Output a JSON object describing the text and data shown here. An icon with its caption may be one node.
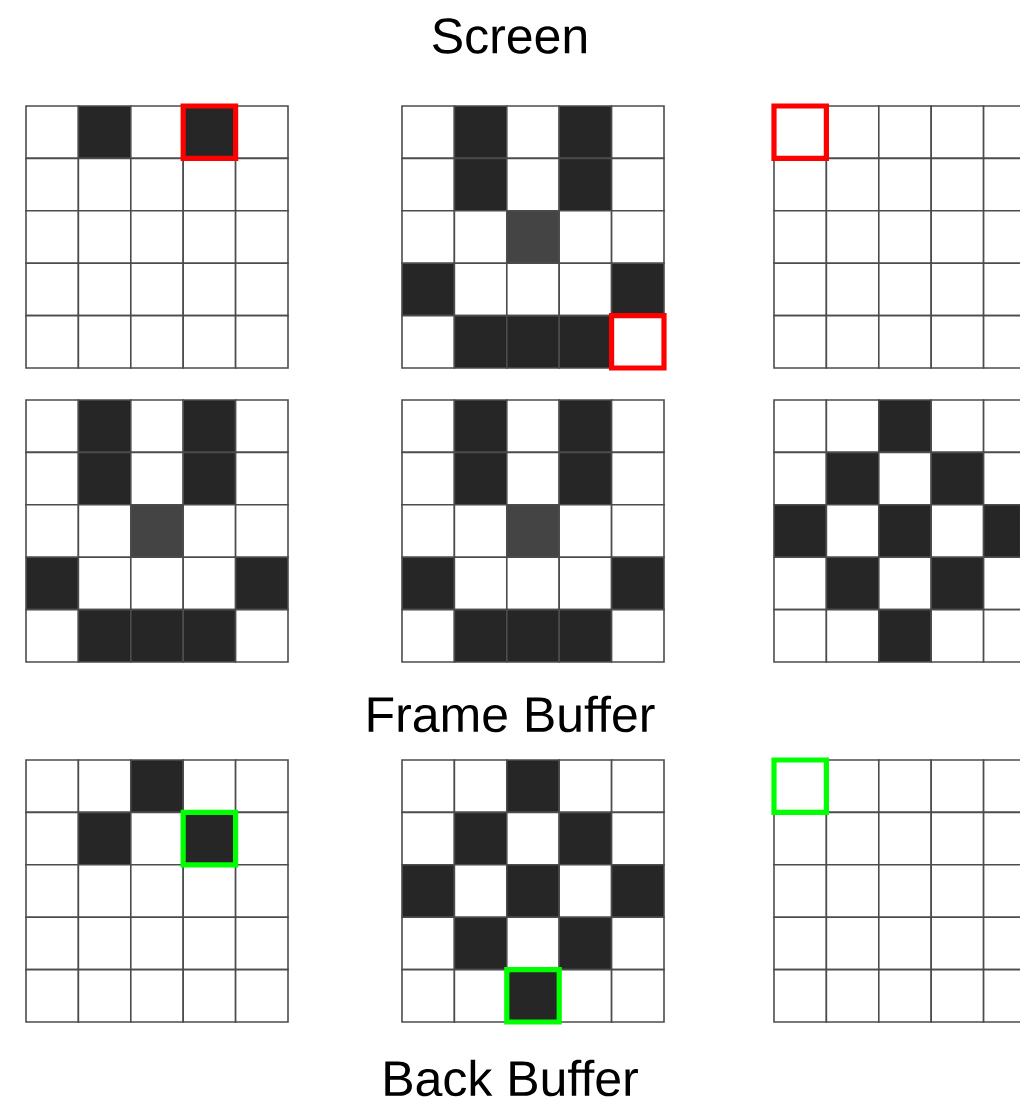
{
  "diagram": {
    "labels": [
      "Screen",
      "Frame Buffer",
      "Back Buffer"
    ]
  }
}
